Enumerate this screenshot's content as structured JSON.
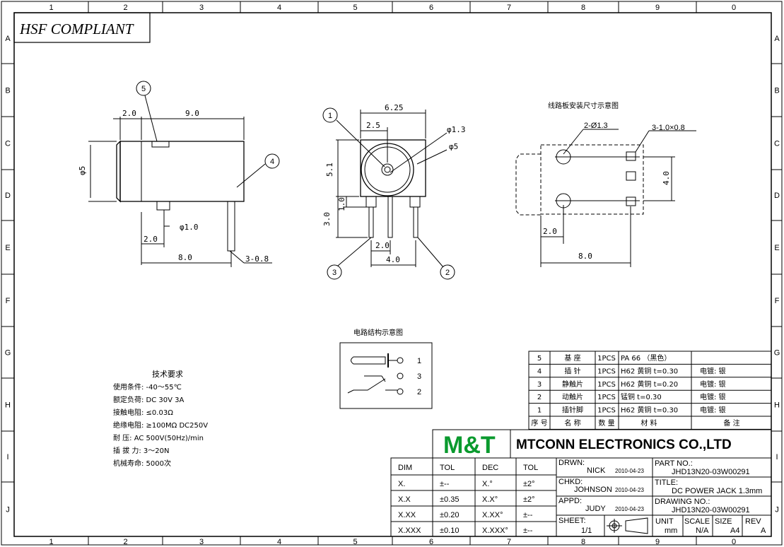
{
  "frame": {
    "cols": [
      "1",
      "2",
      "3",
      "4",
      "5",
      "6",
      "7",
      "8",
      "9",
      "0"
    ],
    "rows": [
      "A",
      "B",
      "C",
      "D",
      "E",
      "F",
      "G",
      "H",
      "I",
      "J"
    ]
  },
  "badge": "HSF COMPLIANT",
  "side_view": {
    "callout_5": "5",
    "callout_4": "4",
    "dim_2_0_top": "2.0",
    "dim_9_0": "9.0",
    "dim_phi5": "φ5",
    "dim_phi1_0": "φ1.0",
    "dim_2_0_bottom": "2.0",
    "dim_8_0": "8.0",
    "dim_3_0_8": "3-0.8"
  },
  "front_view": {
    "callout_1": "1",
    "callout_2": "2",
    "callout_3": "3",
    "dim_6_25": "6.25",
    "dim_2_5": "2.5",
    "dim_phi1_3": "φ1.3",
    "dim_phi5": "φ5",
    "dim_5_1": "5.1",
    "dim_1_0": "1.0",
    "dim_3_0": "3.0",
    "dim_2_0": "2.0",
    "dim_4_0": "4.0"
  },
  "pcb_view": {
    "title": "线路板安装尺寸示意图",
    "dim_2_phi1_3": "2-Ø1.3",
    "dim_3_1_0x0_8": "3-1.0×0.8",
    "dim_4_0": "4.0",
    "dim_2_0": "2.0",
    "dim_8_0": "8.0"
  },
  "circuit": {
    "title": "电路结构示意图",
    "pins": [
      "1",
      "3",
      "2"
    ]
  },
  "specs": {
    "title": "技术要求",
    "lines": [
      "使用条件: -40～55℃",
      "额定负荷: DC 30V   3A",
      "接触电阻: ≤0.03Ω",
      "绝缘电阻: ≥100MΩ DC250V",
      "耐    压: AC 500V(50Hz)/min",
      "插 拔 力: 3～20N",
      "机械寿命: 5000次"
    ]
  },
  "bom": {
    "rows": [
      [
        "5",
        "基  座",
        "1PCS",
        "PA 66 （黑色）",
        ""
      ],
      [
        "4",
        "插  针",
        "1PCS",
        "H62 黄铜 t=0.30",
        "电镀: 银"
      ],
      [
        "3",
        "静触片",
        "1PCS",
        "H62 黄铜 t=0.20",
        "电镀: 银"
      ],
      [
        "2",
        "动触片",
        "1PCS",
        "锰铜 t=0.30",
        "电镀: 银"
      ],
      [
        "1",
        "插针脚",
        "1PCS",
        "H62 黄铜 t=0.30",
        "电镀: 银"
      ]
    ],
    "header": [
      "序 号",
      "名  称",
      "数 量",
      "材    料",
      "备    注"
    ]
  },
  "title_block": {
    "logo": "M&T",
    "company": "MTCONN ELECTRONICS CO.,LTD",
    "tol_header": [
      "DIM",
      "TOL",
      "DEC",
      "TOL"
    ],
    "tol_rows": [
      [
        "X.",
        "±--",
        "X.°",
        "±2°"
      ],
      [
        "X.X",
        "±0.35",
        "X.X°",
        "±2°"
      ],
      [
        "X.XX",
        "±0.20",
        "X.XX°",
        "±--"
      ],
      [
        "X.XXX",
        "±0.10",
        "X.XXX°",
        "±--"
      ]
    ],
    "drwn_label": "DRWN:",
    "drwn_name": "NICK",
    "drwn_date": "2010-04-23",
    "chkd_label": "CHKD:",
    "chkd_name": "JOHNSON",
    "chkd_date": "2010-04-23",
    "appd_label": "APPD:",
    "appd_name": "JUDY",
    "appd_date": "2010-04-23",
    "sheet_label": "SHEET:",
    "sheet_value": "1/1",
    "part_label": "PART NO.:",
    "part_value": "JHD13N20-03W00291",
    "title_label": "TITLE:",
    "title_value": "DC POWER JACK 1.3mm",
    "drawing_label": "DRAWING NO.:",
    "drawing_value": "JHD13N20-03W00291",
    "unit_label": "UNIT",
    "unit_value": "mm",
    "scale_label": "SCALE",
    "scale_value": "N/A",
    "size_label": "SIZE",
    "size_value": "A4",
    "rev_label": "REV",
    "rev_value": "A"
  }
}
